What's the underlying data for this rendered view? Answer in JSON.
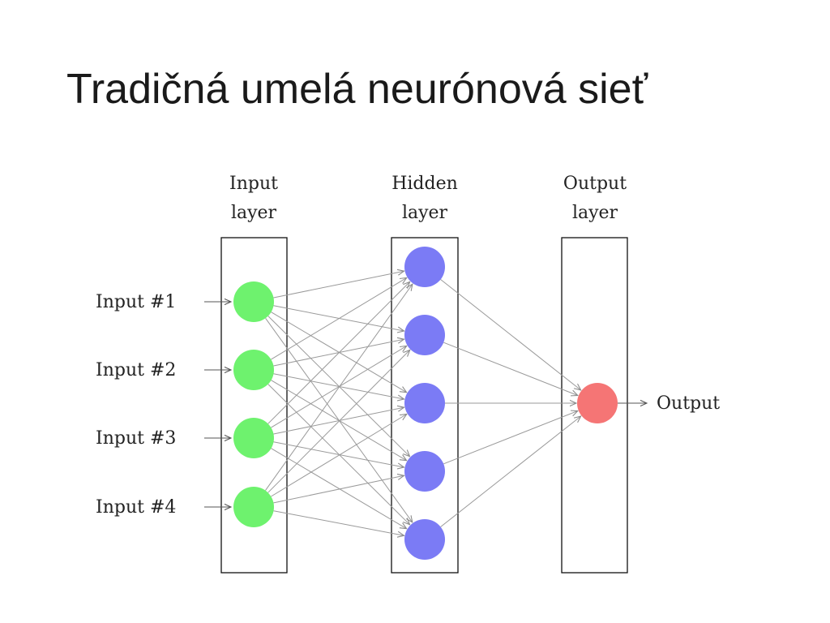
{
  "slide": {
    "title": "Tradičná umelá neurónová sieť"
  },
  "diagram": {
    "layers": [
      {
        "id": "input",
        "title_line1": "Input",
        "title_line2": "layer",
        "node_count": 4,
        "color": "#6ef26e"
      },
      {
        "id": "hidden",
        "title_line1": "Hidden",
        "title_line2": "layer",
        "node_count": 5,
        "color": "#7b7bf5"
      },
      {
        "id": "output",
        "title_line1": "Output",
        "title_line2": "layer",
        "node_count": 1,
        "color": "#f57575"
      }
    ],
    "input_labels": [
      "Input #1",
      "Input #2",
      "Input #3",
      "Input #4"
    ],
    "output_label": "Output",
    "colors": {
      "input_node": "#6ef26e",
      "hidden_node": "#7b7bf5",
      "output_node": "#f57575",
      "edge": "#9a9a9a",
      "box": "#111111"
    }
  }
}
